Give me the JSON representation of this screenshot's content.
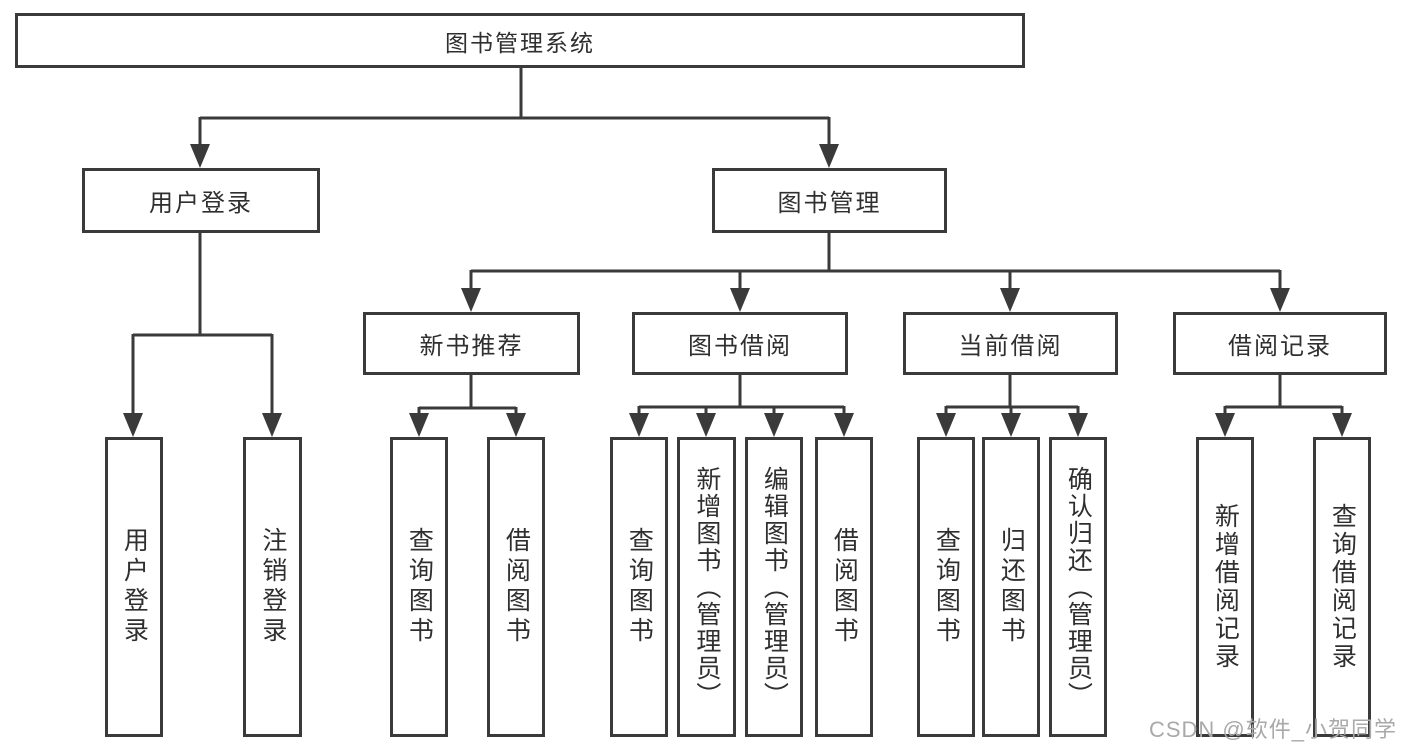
{
  "diagram": {
    "root": {
      "label": "图书管理系统"
    },
    "level2": [
      {
        "label": "用户登录"
      },
      {
        "label": "图书管理"
      }
    ],
    "level3": [
      {
        "label": "新书推荐"
      },
      {
        "label": "图书借阅"
      },
      {
        "label": "当前借阅"
      },
      {
        "label": "借阅记录"
      }
    ],
    "leaves": [
      {
        "label": "用户登录"
      },
      {
        "label": "注销登录"
      },
      {
        "label": "查询图书"
      },
      {
        "label": "借阅图书"
      },
      {
        "label": "查询图书"
      },
      {
        "label": "新增图书（管理员）"
      },
      {
        "label": "编辑图书（管理员）"
      },
      {
        "label": "借阅图书"
      },
      {
        "label": "查询图书"
      },
      {
        "label": "归还图书"
      },
      {
        "label": "确认归还（管理员）"
      },
      {
        "label": "新增借阅记录"
      },
      {
        "label": "查询借阅记录"
      }
    ],
    "watermark": "CSDN @软件_小贺同学",
    "line_color": "#3a3a3a"
  }
}
